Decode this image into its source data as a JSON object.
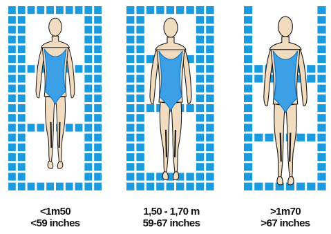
{
  "colors": {
    "tile": "#1a9be0",
    "swimsuit": "#3ca0e6",
    "swimsuit_dark": "#1677bf",
    "skin": "#f1dcc0",
    "outline": "#1b1b1b",
    "background": "#ffffff"
  },
  "figures": [
    {
      "id": "short",
      "label_line1": "<1m50",
      "label_line2": "<59 inches"
    },
    {
      "id": "medium",
      "label_line1": "1,50 - 1,70 m",
      "label_line2": "59-67 inches"
    },
    {
      "id": "tall",
      "label_line1": ">1m70",
      "label_line2": ">67 inches"
    }
  ]
}
